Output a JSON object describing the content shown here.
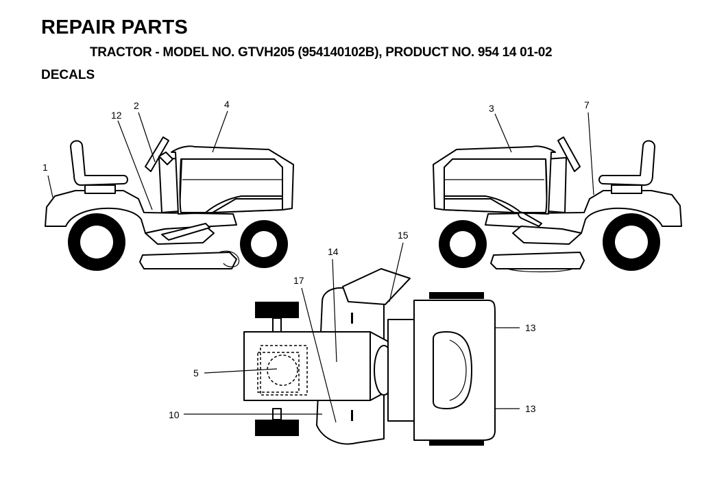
{
  "header": {
    "title": "REPAIR PARTS",
    "subtitle": "TRACTOR - MODEL NO. GTVH205 (954140102B), PRODUCT NO. 954 14 01-02",
    "section": "DECALS"
  },
  "callouts": {
    "c1": "1",
    "c2": "2",
    "c3": "3",
    "c4": "4",
    "c5": "5",
    "c7": "7",
    "c10": "10",
    "c12": "12",
    "c13a": "13",
    "c13b": "13",
    "c14": "14",
    "c15": "15",
    "c17": "17"
  }
}
